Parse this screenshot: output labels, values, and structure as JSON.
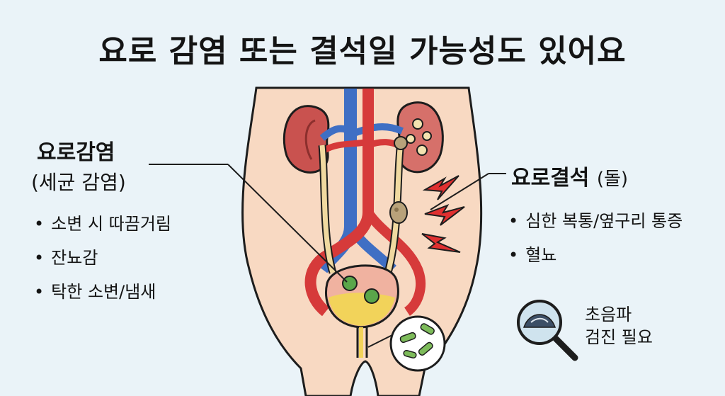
{
  "title": "요로 감염 또는 결석일 가능성도 있어요",
  "infection": {
    "heading": "요로감염",
    "subheading": "(세균 감염)",
    "symptoms": [
      "소변 시 따끔거림",
      "잔뇨감",
      "탁한 소변/냄새"
    ]
  },
  "stone": {
    "heading": "요로결석",
    "heading_suffix": "(돌)",
    "symptoms": [
      "심한 복통/옆구리 통증",
      "혈뇨"
    ]
  },
  "exam": {
    "line1": "초음파",
    "line2": "검진 필요",
    "icon": "magnifier-ultrasound-icon"
  },
  "colors": {
    "background": "#eaf3f8",
    "skin": "#f8d9c2",
    "kidney": "#c9524f",
    "artery": "#d63a3a",
    "vein": "#3f6fc4",
    "ureter": "#f0d9a0",
    "bladder_urine": "#f2d35a",
    "bacteria": "#5aa64a",
    "pain": "#e03030"
  }
}
